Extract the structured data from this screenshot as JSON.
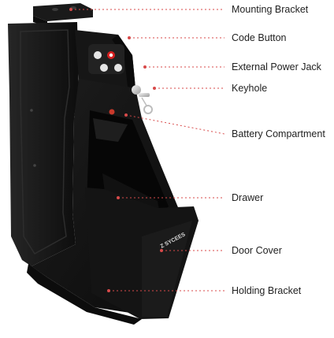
{
  "brand": "SYCEES",
  "colors": {
    "body": "#161616",
    "leader": "#d84a4a",
    "button_red": "#d61f1f",
    "key": "#c9c9c9"
  },
  "callouts": [
    {
      "id": "mounting-bracket",
      "label": "Mounting Bracket"
    },
    {
      "id": "code-button",
      "label": "Code Button"
    },
    {
      "id": "external-power-jack",
      "label": "External Power Jack"
    },
    {
      "id": "keyhole",
      "label": "Keyhole"
    },
    {
      "id": "battery-compartment",
      "label": "Battery Compartment"
    },
    {
      "id": "drawer",
      "label": "Drawer"
    },
    {
      "id": "door-cover",
      "label": "Door Cover"
    },
    {
      "id": "holding-bracket",
      "label": "Holding Bracket"
    }
  ]
}
